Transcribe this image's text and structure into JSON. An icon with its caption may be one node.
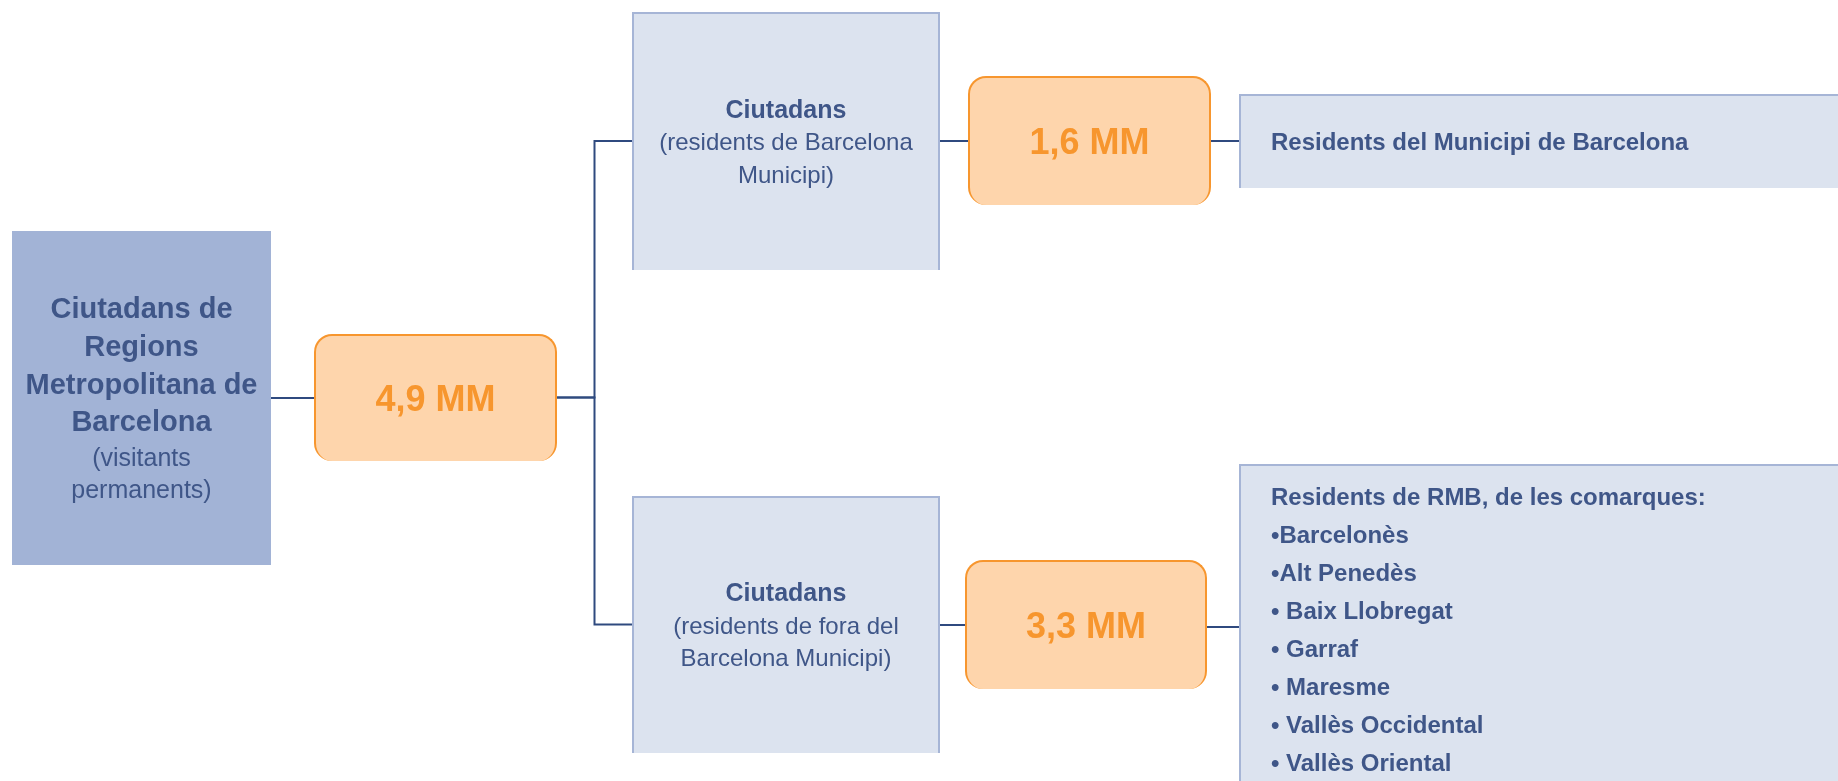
{
  "diagram": {
    "nodes": [
      {
        "text": [
          "Ciutadans de Regions Metropolitana de Barcelona",
          "(visitants permanents)"
        ]
      },
      {
        "text": [
          "4,9 MM"
        ]
      },
      {
        "text": [
          "Ciutadans",
          "(residents de Barcelona Municipi)"
        ]
      },
      {
        "text": [
          "1,6 MM"
        ]
      },
      {
        "text": [
          "Residents del Municipi de Barcelona"
        ]
      },
      {
        "text": [
          "Ciutadans",
          "(residents de fora del Barcelona Municipi)"
        ]
      },
      {
        "text": [
          "3,3 MM"
        ]
      },
      {
        "text": [
          "Residents de RMB, de les comarques:",
          "•Barcelonès",
          "•Alt Penedès",
          "• Baix Llobregat",
          "• Garraf",
          "• Maresme",
          "• Vallès Occidental",
          "• Vallès Oriental"
        ]
      }
    ],
    "edges": [
      {
        "from": 0,
        "to": 1,
        "arrow": "none"
      },
      {
        "from": 1,
        "to": 2,
        "arrow": "none"
      },
      {
        "from": 1,
        "to": 5,
        "arrow": "none"
      },
      {
        "from": 2,
        "to": 3,
        "arrow": "none"
      },
      {
        "from": 3,
        "to": 4,
        "arrow": "none"
      },
      {
        "from": 5,
        "to": 6,
        "arrow": "none"
      },
      {
        "from": 6,
        "to": 7,
        "arrow": "none"
      }
    ]
  }
}
